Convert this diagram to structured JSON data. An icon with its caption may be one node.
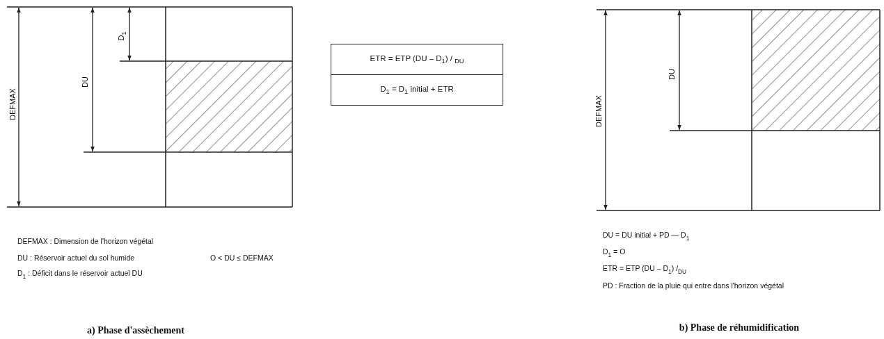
{
  "diagram": {
    "nodes": [
      {
        "text": [
          "ETR = ETP (DU – D$_{1}$) / $_{DU}$",
          "D$_{1}$ = D$_{1}$ initial + ETR"
        ]
      }
    ],
    "labels": [
      "DEFMAX",
      "DU",
      "D$_{1}$",
      "DEFMAX",
      "DU",
      "DEFMAX : Dimension de l'horizon végétal",
      "DU : Réservoir actuel du sol humide",
      "O < DU ≤ DEFMAX",
      "D$_{1}$ : Déficit dans le réservoir actuel DU",
      "DU = DU initial + PD — D$_{1}$",
      "D$_{1}$ = O",
      "ETR = ETP (DU – D$_{1}$) /$_{DU}$",
      "PD : Fraction de la pluie qui entre dans l'horizon végétal",
      "a) Phase d'assèchement",
      "b) Phase de réhumidification"
    ]
  }
}
